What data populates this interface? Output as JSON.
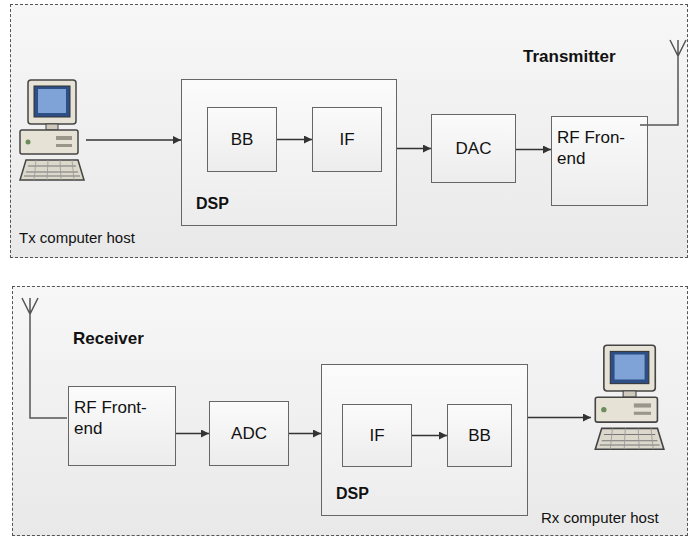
{
  "diagram": {
    "nodes": [
      {
        "text": [
          "Transmitter"
        ]
      },
      {
        "text": [
          "Tx computer host"
        ],
        "in": 0
      },
      {
        "text": [
          "DSP"
        ],
        "in": 0
      },
      {
        "text": [
          "BB"
        ],
        "in": 2
      },
      {
        "text": [
          "IF"
        ],
        "in": 2
      },
      {
        "text": [
          "DAC"
        ],
        "in": 0
      },
      {
        "text": [
          "RF Fron-end"
        ],
        "in": 0
      },
      {
        "text": [
          "Receiver"
        ]
      },
      {
        "text": [
          "RF Front-end"
        ],
        "in": 7
      },
      {
        "text": [
          "ADC"
        ],
        "in": 7
      },
      {
        "text": [
          "DSP"
        ],
        "in": 7
      },
      {
        "text": [
          "IF"
        ],
        "in": 10
      },
      {
        "text": [
          "BB"
        ],
        "in": 10
      },
      {
        "text": [
          "Rx computer host"
        ],
        "in": 7
      }
    ],
    "edges": [
      {
        "from": 1,
        "to": 2,
        "arrow": "to"
      },
      {
        "from": 3,
        "to": 4,
        "arrow": "to"
      },
      {
        "from": 2,
        "to": 5,
        "arrow": "to"
      },
      {
        "from": 5,
        "to": 6,
        "arrow": "to"
      },
      {
        "from": 8,
        "to": 9,
        "arrow": "to"
      },
      {
        "from": 9,
        "to": 10,
        "arrow": "to"
      },
      {
        "from": 11,
        "to": 12,
        "arrow": "to"
      },
      {
        "from": 10,
        "to": 13,
        "arrow": "to"
      }
    ]
  }
}
